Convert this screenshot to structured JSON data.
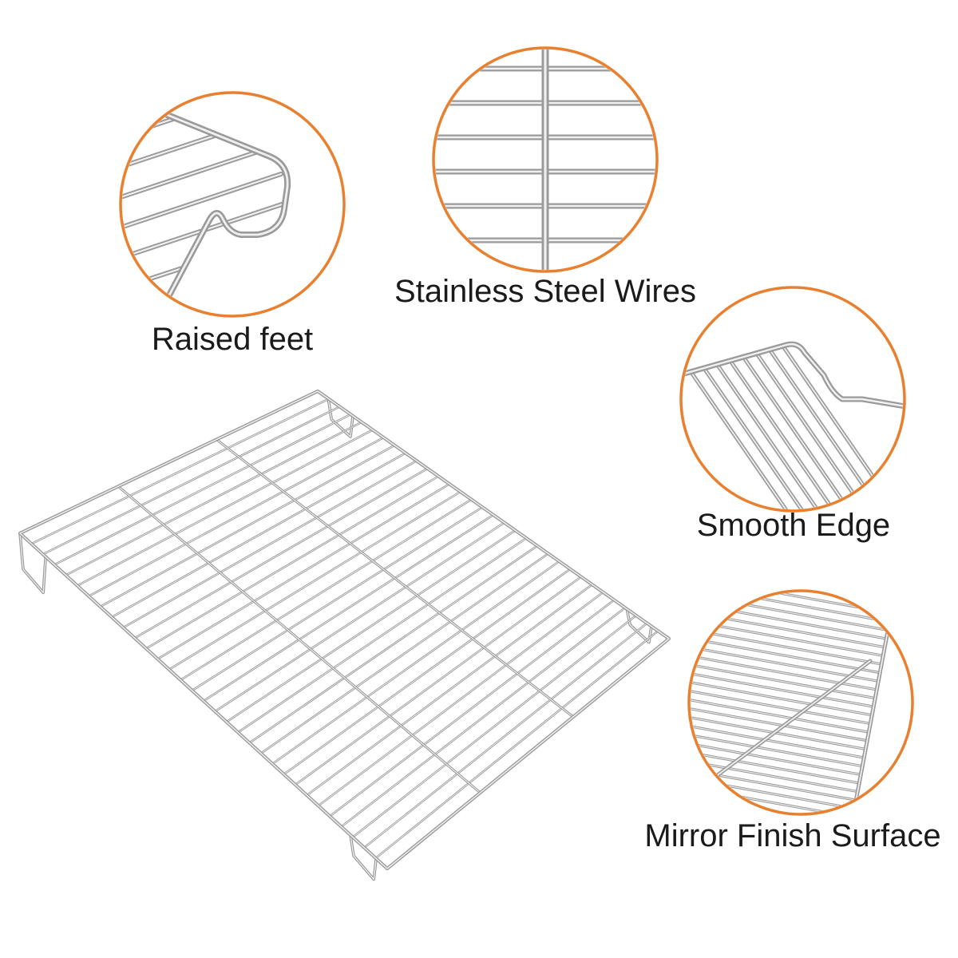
{
  "callouts": {
    "raised_feet": "Raised feet",
    "stainless_steel_wires": "Stainless Steel Wires",
    "smooth_edge": "Smooth Edge",
    "mirror_finish_surface": "Mirror Finish Surface"
  },
  "colors": {
    "accent": "#E8802F",
    "text": "#1A1A1A",
    "background": "#FFFFFF",
    "wire": "#9A9A9A",
    "wire_highlight": "#F0F0F0"
  }
}
